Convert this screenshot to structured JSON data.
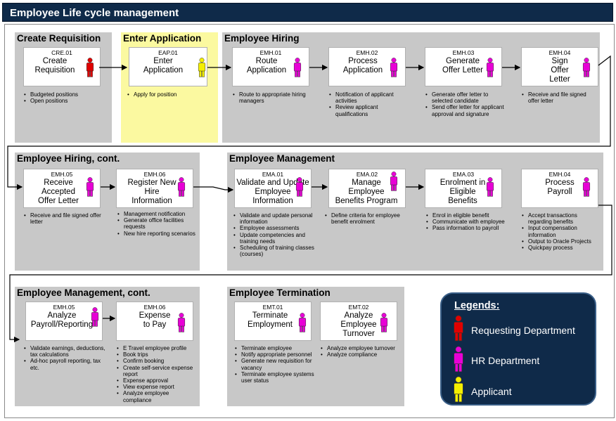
{
  "title": "Employee Life cycle management",
  "colors": {
    "requesting": "#e00000",
    "hr": "#e800d6",
    "applicant": "#f4ef00",
    "legend_bg": "#0f2a49"
  },
  "panels": {
    "create_requisition": "Create Requisition",
    "enter_application": "Enter Application",
    "employee_hiring": "Employee Hiring",
    "employee_hiring_cont": "Employee Hiring, cont.",
    "employee_management": "Employee Management",
    "employee_management_cont": "Employee Management, cont.",
    "employee_termination": "Employee Termination"
  },
  "steps": {
    "cre01": {
      "code": "CRE.01",
      "title": "Create Requisition",
      "notes": [
        "Budgeted positions",
        "Open positions"
      ]
    },
    "eap01": {
      "code": "EAP.01",
      "title": "Enter Application",
      "notes": [
        "Apply for position"
      ]
    },
    "emh01": {
      "code": "EMH.01",
      "title": "Route Application",
      "notes": [
        "Route to appropriate hiring managers"
      ]
    },
    "emh02": {
      "code": "EMH.02",
      "title": "Process Application",
      "notes": [
        "Notification of applicant activities",
        "Review applicant qualifications"
      ]
    },
    "emh03": {
      "code": "EMH.03",
      "title": "Generate Offer Letter",
      "notes": [
        "Generate offer letter to selected candidate",
        "Send offer letter for applicant approval and signature"
      ]
    },
    "emh04": {
      "code": "EMH.04",
      "title": "Sign Offer Letter",
      "notes": [
        "Receive and file signed offer letter"
      ]
    },
    "emh05": {
      "code": "EMH.05",
      "title": "Receive Accepted Offer Letter",
      "notes": [
        "Receive and file signed offer letter"
      ]
    },
    "emh06": {
      "code": "EMH.06",
      "title": "Register New Hire Information",
      "notes": [
        "Management notification",
        "Generate office facilities requests",
        "New hire reporting scenarios"
      ]
    },
    "ema01": {
      "code": "EMA.01",
      "title": "Validate and Update Employee Information",
      "notes": [
        "Validate and update personal information",
        "Employee assessments",
        "Update competencies and training needs",
        "Scheduling of training classes (courses)"
      ]
    },
    "ema02": {
      "code": "EMA.02",
      "title": "Manage Employee Benefits Program",
      "notes": [
        "Define criteria for employee benefit enrolment"
      ]
    },
    "ema03": {
      "code": "EMA.03",
      "title": "Enrolment in Eligible Benefits",
      "notes": [
        "Enrol in eligible benefit",
        "Communicate with employee",
        "Pass information to payroll"
      ]
    },
    "ema04": {
      "code": "EMH.04",
      "title": "Process Payroll",
      "notes": [
        "Accept transactions regarding benefits",
        "Input compensation information",
        "Output to Oracle Projects",
        "Quickpay process"
      ]
    },
    "ema05": {
      "code": "EMH.05",
      "title": "Analyze Payroll/Reporting",
      "notes": [
        "Validate earnings, deductions, tax calculations",
        "Ad-hoc payroll reporting, tax etc."
      ]
    },
    "ema06": {
      "code": "EMH.06",
      "title": "Expense to Pay",
      "notes": [
        "E Travel employee profile",
        "Book trips",
        "Confirm booking",
        "Create self-service expense report",
        "Expense approval",
        "View expense report",
        "Analyze employee compliance"
      ]
    },
    "emt01": {
      "code": "EMT.01",
      "title": "Terminate Employment",
      "notes": [
        "Terminate employee",
        "Notify appropriate personnel",
        "Generate new requisition for vacancy",
        "Terminate employee systems user status"
      ]
    },
    "emt02": {
      "code": "EMT.02",
      "title": "Analyze Employee Turnover",
      "notes": [
        "Analyze employee turnover",
        "Analyze compliance"
      ]
    }
  },
  "legend": {
    "title": "Legends:",
    "items": [
      {
        "label": "Requesting Department",
        "icon": "red-person-icon"
      },
      {
        "label": "HR Department",
        "icon": "magenta-person-icon"
      },
      {
        "label": "Applicant",
        "icon": "yellow-person-icon"
      }
    ]
  }
}
